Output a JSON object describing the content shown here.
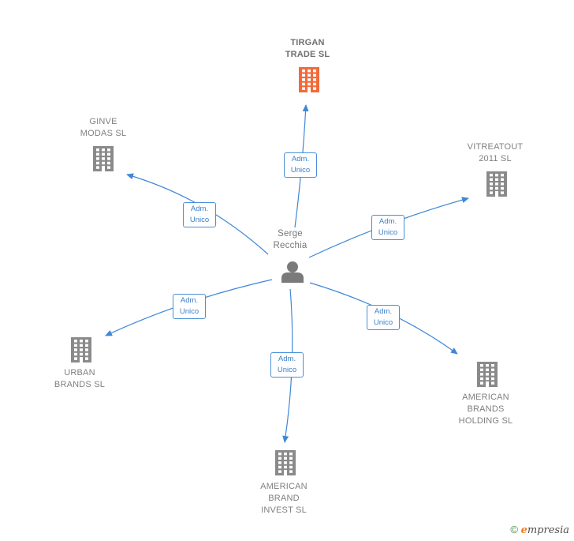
{
  "colors": {
    "edge": "#3f87d6",
    "company_icon": "#8a8a8a",
    "focus_icon": "#f26a3a",
    "person_icon": "#7a7a7a"
  },
  "person": {
    "name": "Serge\nRecchia",
    "icon": "person-icon"
  },
  "companies": [
    {
      "id": "tirgan",
      "name": "TIRGAN\nTRADE  SL",
      "focus": true,
      "icon": "building-icon"
    },
    {
      "id": "ginve",
      "name": "GINVE\nMODAS  SL",
      "focus": false,
      "icon": "building-icon"
    },
    {
      "id": "vitreatout",
      "name": "VITREATOUT\n2011 SL",
      "focus": false,
      "icon": "building-icon"
    },
    {
      "id": "urban",
      "name": "URBAN\nBRANDS  SL",
      "focus": false,
      "icon": "building-icon"
    },
    {
      "id": "american-holding",
      "name": "AMERICAN\nBRANDS\nHOLDING  SL",
      "focus": false,
      "icon": "building-icon"
    },
    {
      "id": "american-invest",
      "name": "AMERICAN\nBRAND\nINVEST SL",
      "focus": false,
      "icon": "building-icon"
    }
  ],
  "edges": [
    {
      "to": "tirgan",
      "label": "Adm.\nUnico"
    },
    {
      "to": "ginve",
      "label": "Adm.\nUnico"
    },
    {
      "to": "vitreatout",
      "label": "Adm.\nUnico"
    },
    {
      "to": "urban",
      "label": "Adm.\nUnico"
    },
    {
      "to": "american-holding",
      "label": "Adm.\nUnico"
    },
    {
      "to": "american-invest",
      "label": "Adm.\nUnico"
    }
  ],
  "footer": {
    "copyright": "©",
    "brand_initial": "e",
    "brand_rest": "mpresia"
  }
}
